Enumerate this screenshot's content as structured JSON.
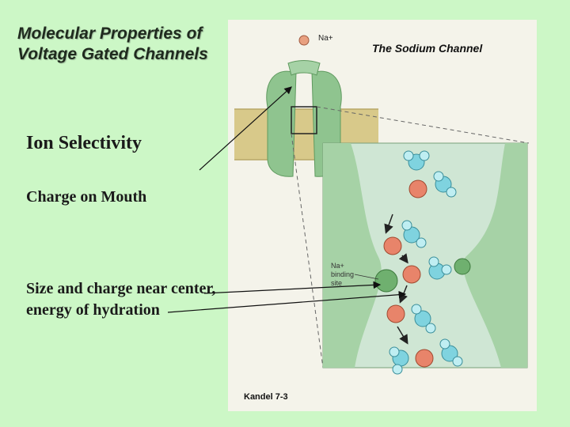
{
  "slide": {
    "title": "Molecular Properties of Voltage Gated Channels",
    "bullets": [
      "Ion Selectivity",
      "Charge on Mouth",
      "Size and charge near center, energy of hydration"
    ]
  },
  "figure": {
    "title": "The Sodium Channel",
    "source": "Kandel 7-3",
    "ion_label": "Na+",
    "binding_site_label": [
      "Na+",
      "binding",
      "site"
    ]
  },
  "colors": {
    "background": "#ccf7c6",
    "membrane": "#d8c98a",
    "protein": "#8fc48f",
    "sodium": "#e8846a",
    "water": "#7fd3df"
  }
}
